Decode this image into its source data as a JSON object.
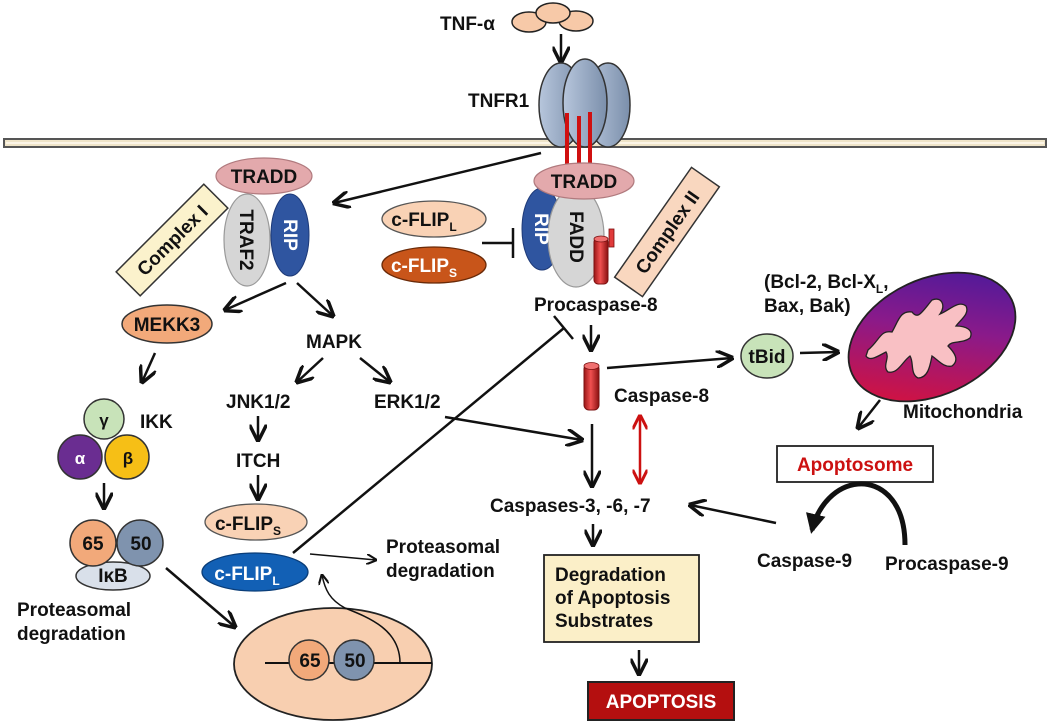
{
  "colors": {
    "tnf": "#f7c9a8",
    "receptor": "#8fa4c0",
    "membrane": "#efe4c8",
    "tradd": "#e3a9ac",
    "traf2": "#d6d6d6",
    "rip": "#2f55a0",
    "fadd": "#d6d6d6",
    "flipL_top": "#f9d2b5",
    "flipS_top": "#c8551a",
    "mekk3": "#f2a97a",
    "ikk_gamma": "#c8e3b9",
    "ikk_alpha": "#6a2d91",
    "ikk_beta": "#f6bf16",
    "p65": "#f2a97a",
    "p50": "#7f93ae",
    "ikb": "#d9e0ea",
    "flipS_bottom": "#f9d2b5",
    "flipL_bottom": "#1260b5",
    "nucleus": "#f8cfb0",
    "tbid": "#c8e3b9",
    "caspase": "#d33a3a",
    "complex_i_box": "#fbf2cc",
    "complex_ii_box": "#f9d7bf",
    "degradation_box": "#fbefc8",
    "apoptosis_box": "#b40f0f",
    "apoptosome_text": "#cc1111",
    "red_arrow": "#cc1111"
  },
  "labels": {
    "tnf_alpha": "TNF-α",
    "tnfr1": "TNFR1",
    "tradd_left": "TRADD",
    "traf2": "TRAF2",
    "rip_left": "RIP",
    "complex_i": "Complex I",
    "flipL_top": {
      "main": "c-FLIP",
      "sub": "L"
    },
    "flipS_top": {
      "main": "c-FLIP",
      "sub": "S"
    },
    "tradd_right": "TRADD",
    "rip_right": "RIP",
    "fadd": "FADD",
    "complex_ii": "Complex II",
    "procaspase8": "Procaspase-8",
    "mekk3": "MEKK3",
    "mapk": "MAPK",
    "jnk": "JNK1/2",
    "erk": "ERK1/2",
    "itch": "ITCH",
    "ikk": "IKK",
    "ikk_gamma": "γ",
    "ikk_alpha": "α",
    "ikk_beta": "β",
    "p65": "65",
    "p50": "50",
    "ikb": "IκB",
    "proteasomal_left": [
      "Proteasomal",
      "degradation"
    ],
    "flipS_bottom": {
      "main": "c-FLIP",
      "sub": "S"
    },
    "flipL_bottom": {
      "main": "c-FLIP",
      "sub": "L"
    },
    "proteasomal_mid": [
      "Proteasomal",
      "degradation"
    ],
    "nucleus_p65": "65",
    "nucleus_p50": "50",
    "caspase8": "Caspase-8",
    "caspases367": "Caspases-3, -6, -7",
    "degradation_box": [
      "Degradation",
      "of Apoptosis",
      "Substrates"
    ],
    "apoptosis": "APOPTOSIS",
    "bcl_family": [
      "(Bcl-2, Bcl-X",
      "L",
      ",",
      "Bax, Bak)"
    ],
    "tbid": "tBid",
    "mitochondria": "Mitochondria",
    "apoptosome": "Apoptosome",
    "caspase9": "Caspase-9",
    "procaspase9": "Procaspase-9"
  }
}
